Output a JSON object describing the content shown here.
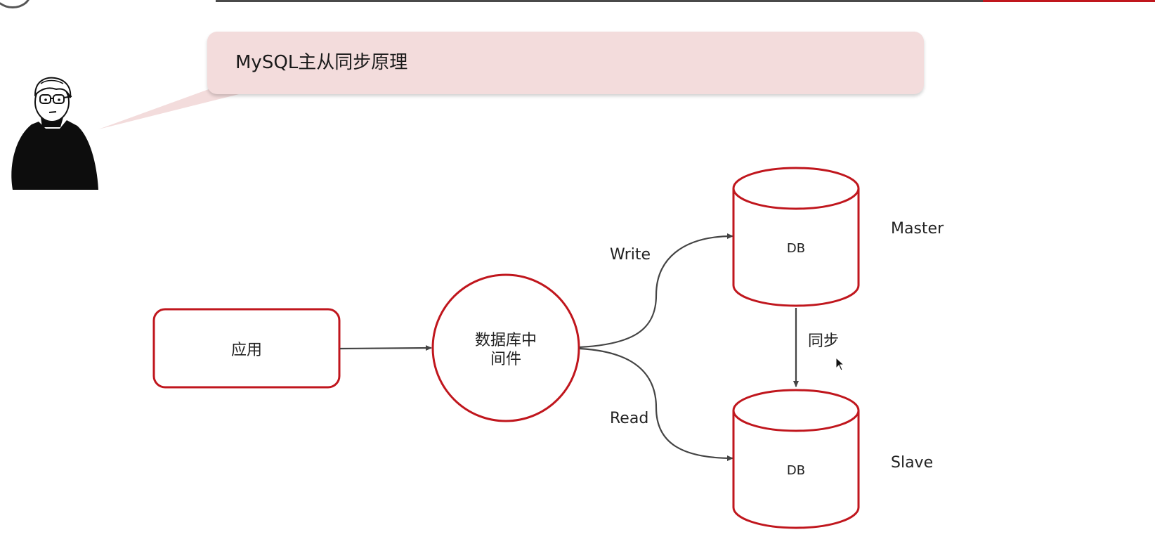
{
  "slide": {
    "title": "MySQL主从同步原理"
  },
  "diagram": {
    "app_label": "应用",
    "middleware_label_line1": "数据库中",
    "middleware_label_line2": "间件",
    "write_label": "Write",
    "read_label": "Read",
    "sync_label": "同步",
    "master_db_label": "DB",
    "slave_db_label": "DB",
    "master_caption": "Master",
    "slave_caption": "Slave"
  },
  "colors": {
    "shape_stroke": "#c0161d",
    "arrow": "#444444",
    "bubble_fill": "#f3dcdc",
    "accent_bar": "#c0161d"
  },
  "icons": {
    "presenter": "presenter-avatar-icon",
    "cursor": "mouse-pointer-icon"
  }
}
